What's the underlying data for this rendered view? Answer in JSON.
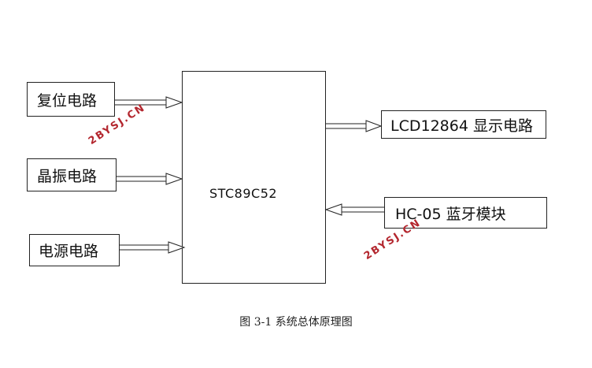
{
  "blocks": {
    "reset": "复位电路",
    "crystal": "晶振电路",
    "power": "电源电路",
    "mcu": "STC89C52",
    "lcd": "LCD12864 显示电路",
    "bluetooth": "HC-05 蓝牙模块"
  },
  "caption": "图 3-1  系统总体原理图",
  "watermark": "2BYSJ.CN",
  "colors": {
    "line": "#222222",
    "watermark": "#b3262e"
  }
}
